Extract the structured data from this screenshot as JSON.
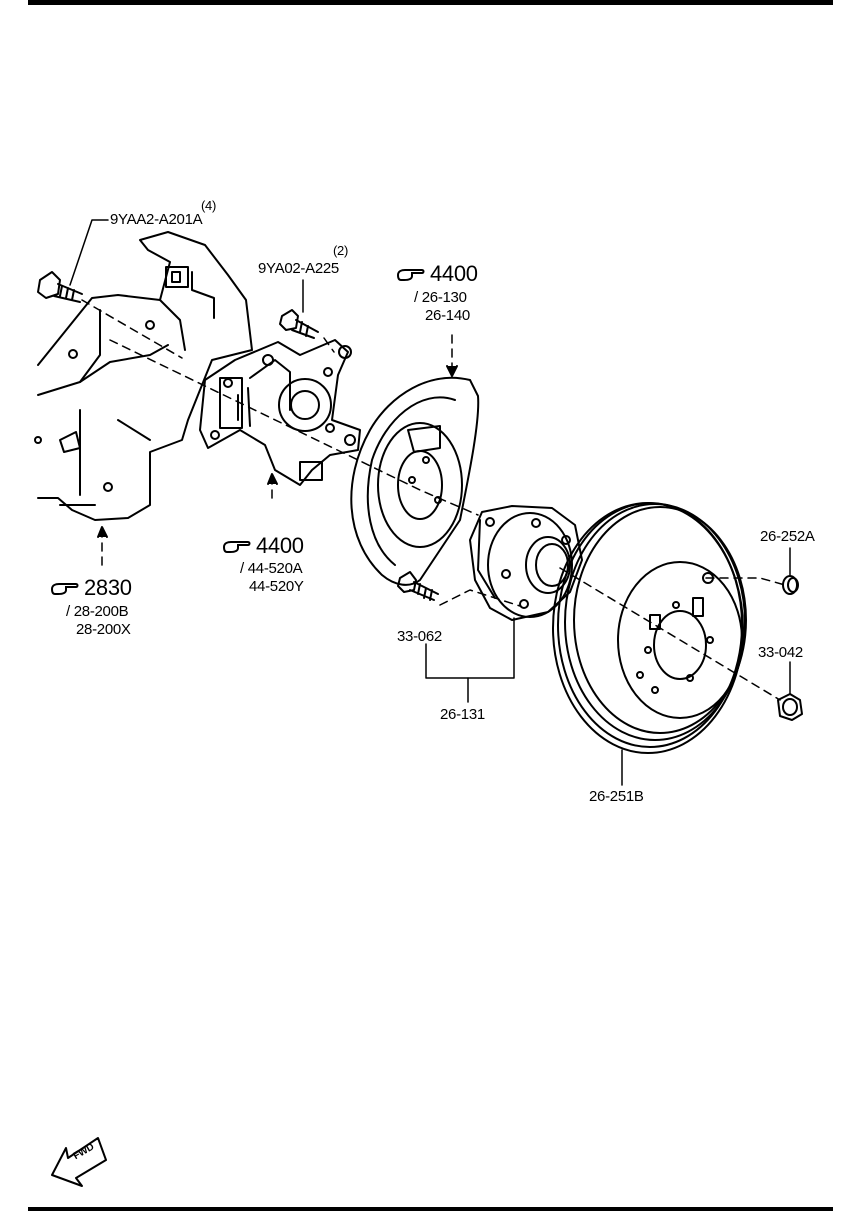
{
  "labels": {
    "bolt_knuckle_qty": "(4)",
    "bolt_knuckle": "9YAA2-A201A",
    "bolt_plate_qty": "(2)",
    "bolt_plate": "9YA02-A225",
    "ref_shield": {
      "page": "4400",
      "line1": "/ 26-130",
      "line2": "26-140"
    },
    "ref_caliper": {
      "page": "4400",
      "line1": "/ 44-520A",
      "line2": "44-520Y"
    },
    "ref_knuckle": {
      "page": "2830",
      "line1": "/ 28-200B",
      "line2": "28-200X"
    },
    "cap": "26-252A",
    "hub_bolt": "33-062",
    "hub_assembly": "26-131",
    "disc": "26-251B",
    "lock_nut": "33-042",
    "fwd": "FWD"
  },
  "icons": {
    "reference": "pointing-hand-icon",
    "direction": "fwd-arrow-icon"
  }
}
